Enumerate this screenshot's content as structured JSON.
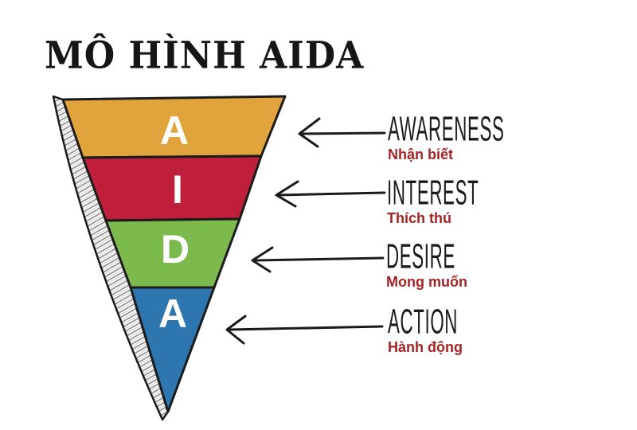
{
  "title": "MÔ HÌNH AIDA",
  "funnel": {
    "stages": [
      {
        "letter": "A",
        "label": "AWARENESS",
        "label_vi": "Nhận biết",
        "color": "#e1a33b"
      },
      {
        "letter": "I",
        "label": "INTEREST",
        "label_vi": "Thích thú",
        "color": "#c01f3c"
      },
      {
        "letter": "D",
        "label": "DESIRE",
        "label_vi": "Mong muốn",
        "color": "#7dba4e"
      },
      {
        "letter": "A",
        "label": "ACTION",
        "label_vi": "Hành động",
        "color": "#2e76af"
      }
    ]
  },
  "colors": {
    "background": "#ffffff",
    "outline": "#1b1b1b",
    "title_text": "#161616",
    "label_en_text": "#1b1b1b",
    "label_vi_text": "#a42323",
    "stage_letter_text": "#ffffff",
    "funnel_side_hatch": "#8f8f8f"
  }
}
